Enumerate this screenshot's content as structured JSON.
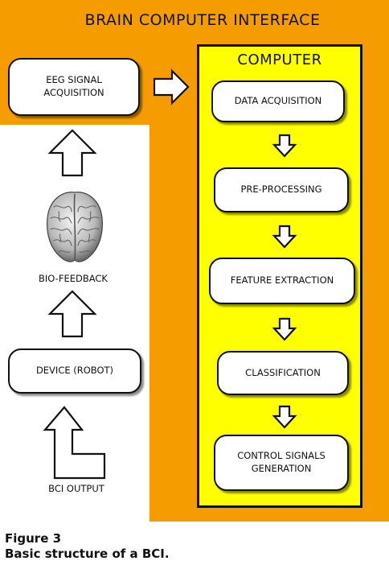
{
  "colors": {
    "background_accent": "#f59d00",
    "computer_panel": "#ffff00",
    "box_fill": "#ffffff",
    "outline": "#111111"
  },
  "diagram": {
    "title": "BRAIN COMPUTER INTERFACE",
    "computer": {
      "title": "COMPUTER",
      "stages": [
        "DATA ACQUISITION",
        "PRE-PROCESSING",
        "FEATURE EXTRACTION",
        "CLASSIFICATION",
        "CONTROL SIGNALS GENERATION"
      ]
    },
    "external": {
      "eeg": "EEG SIGNAL ACQUISITION",
      "biofeedback": "BIO-FEEDBACK",
      "device": "DEVICE (ROBOT)",
      "output": "BCI OUTPUT"
    },
    "icons": {
      "brain": "brain-icon"
    }
  },
  "caption": {
    "figure": "Figure 3",
    "text": "Basic structure of a BCI."
  }
}
